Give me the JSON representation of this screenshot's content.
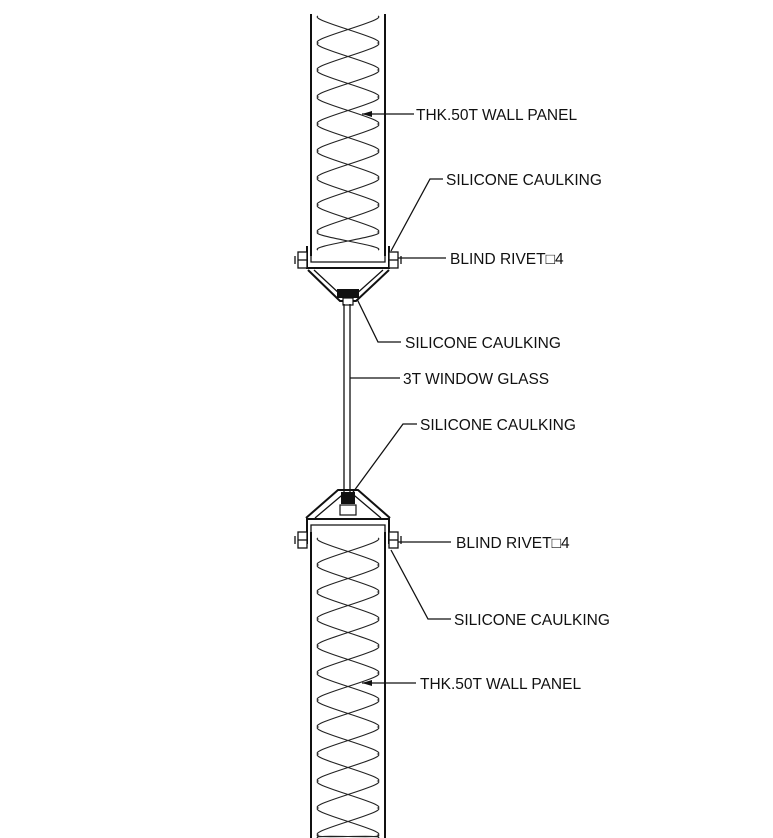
{
  "labels": {
    "wall_panel_top": "THK.50T WALL PANEL",
    "caulking_top_outer": "SILICONE CAULKING",
    "rivet_top": "BLIND RIVET□4",
    "caulking_top_glass": "SILICONE CAULKING",
    "window_glass": "3T WINDOW GLASS",
    "caulking_bottom_glass": "SILICONE CAULKING",
    "rivet_bottom": "BLIND RIVET□4",
    "caulking_bottom_outer": "SILICONE CAULKING",
    "wall_panel_bottom": "THK.50T WALL PANEL"
  },
  "colors": {
    "line": "#111111",
    "background": "#ffffff"
  }
}
